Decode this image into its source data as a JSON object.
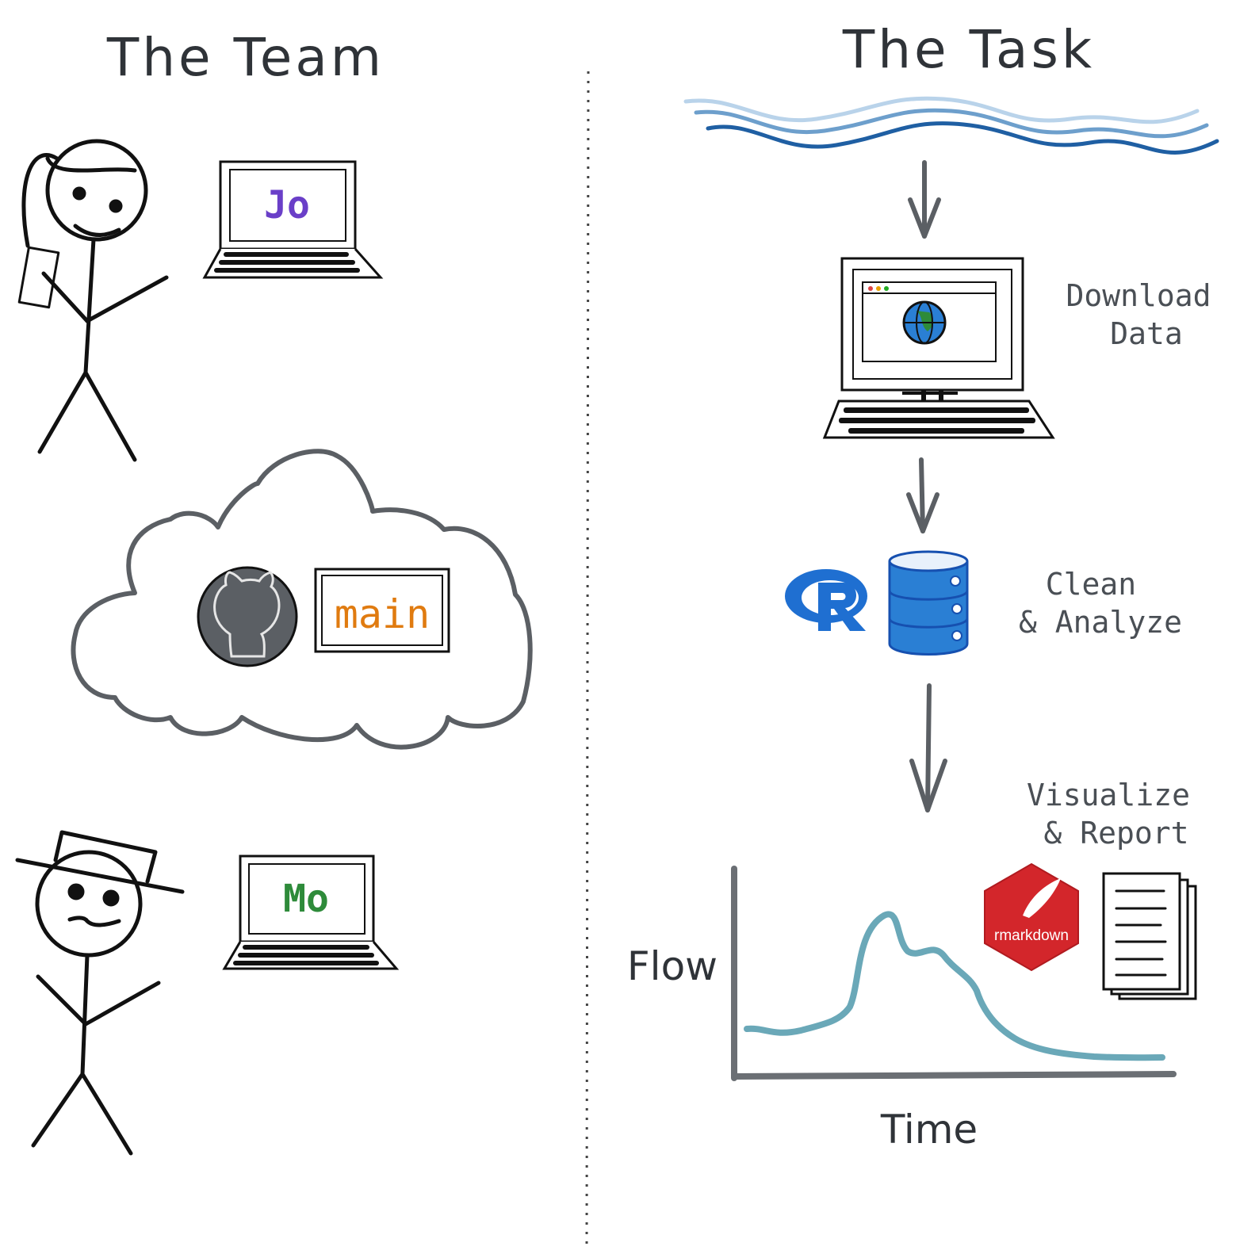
{
  "left_panel": {
    "title": "The Team",
    "members": [
      {
        "name": "Jo",
        "color": "#6a3fc8"
      },
      {
        "name": "Mo",
        "color": "#2e8b3a"
      }
    ],
    "repo": {
      "branch": "main",
      "branch_color": "#e07b10",
      "icon": "github-icon"
    }
  },
  "right_panel": {
    "title": "The Task",
    "steps": [
      {
        "line1": "Download",
        "line2": "Data"
      },
      {
        "line1": "Clean",
        "line2": "& Analyze"
      },
      {
        "line1": "Visualize",
        "line2": "& Report"
      }
    ],
    "rmarkdown_label": "rmarkdown",
    "chart": {
      "ylabel": "Flow",
      "xlabel": "Time",
      "line_color": "#6aa8b8"
    }
  }
}
